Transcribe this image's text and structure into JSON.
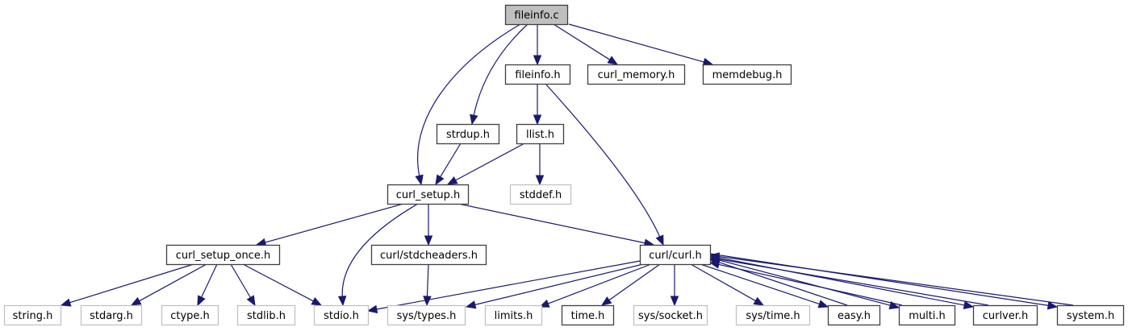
{
  "title": "fileinfo.c include dependency graph",
  "colors": {
    "edge": "#191970",
    "root_fill": "#bfbfbf",
    "documented_border": "#404040",
    "external_border": "#bfbfbf"
  },
  "nodes": [
    {
      "id": "fileinfo_c",
      "label": "fileinfo.c",
      "kind": "root"
    },
    {
      "id": "fileinfo_h",
      "label": "fileinfo.h",
      "kind": "documented"
    },
    {
      "id": "curl_memory_h",
      "label": "curl_memory.h",
      "kind": "documented"
    },
    {
      "id": "memdebug_h",
      "label": "memdebug.h",
      "kind": "documented"
    },
    {
      "id": "strdup_h",
      "label": "strdup.h",
      "kind": "documented"
    },
    {
      "id": "llist_h",
      "label": "llist.h",
      "kind": "documented"
    },
    {
      "id": "curl_setup_h",
      "label": "curl_setup.h",
      "kind": "documented"
    },
    {
      "id": "stddef_h",
      "label": "stddef.h",
      "kind": "external"
    },
    {
      "id": "curl_setup_once_h",
      "label": "curl_setup_once.h",
      "kind": "documented"
    },
    {
      "id": "curl_stdcheaders_h",
      "label": "curl/stdcheaders.h",
      "kind": "documented"
    },
    {
      "id": "curl_curl_h",
      "label": "curl/curl.h",
      "kind": "documented"
    },
    {
      "id": "string_h",
      "label": "string.h",
      "kind": "external"
    },
    {
      "id": "stdarg_h",
      "label": "stdarg.h",
      "kind": "external"
    },
    {
      "id": "ctype_h",
      "label": "ctype.h",
      "kind": "external"
    },
    {
      "id": "stdlib_h",
      "label": "stdlib.h",
      "kind": "external"
    },
    {
      "id": "stdio_h",
      "label": "stdio.h",
      "kind": "external"
    },
    {
      "id": "sys_types_h",
      "label": "sys/types.h",
      "kind": "external"
    },
    {
      "id": "limits_h",
      "label": "limits.h",
      "kind": "external"
    },
    {
      "id": "time_h",
      "label": "time.h",
      "kind": "documented"
    },
    {
      "id": "sys_socket_h",
      "label": "sys/socket.h",
      "kind": "external"
    },
    {
      "id": "sys_time_h",
      "label": "sys/time.h",
      "kind": "external"
    },
    {
      "id": "easy_h",
      "label": "easy.h",
      "kind": "documented"
    },
    {
      "id": "multi_h",
      "label": "multi.h",
      "kind": "documented"
    },
    {
      "id": "curlver_h",
      "label": "curlver.h",
      "kind": "documented"
    },
    {
      "id": "system_h",
      "label": "system.h",
      "kind": "documented"
    }
  ],
  "edges": [
    {
      "from": "fileinfo_c",
      "to": "fileinfo_h"
    },
    {
      "from": "fileinfo_c",
      "to": "curl_memory_h"
    },
    {
      "from": "fileinfo_c",
      "to": "memdebug_h"
    },
    {
      "from": "fileinfo_c",
      "to": "strdup_h"
    },
    {
      "from": "fileinfo_c",
      "to": "curl_setup_h"
    },
    {
      "from": "fileinfo_h",
      "to": "llist_h"
    },
    {
      "from": "fileinfo_h",
      "to": "curl_curl_h"
    },
    {
      "from": "strdup_h",
      "to": "curl_setup_h"
    },
    {
      "from": "llist_h",
      "to": "curl_setup_h"
    },
    {
      "from": "llist_h",
      "to": "stddef_h"
    },
    {
      "from": "curl_setup_h",
      "to": "curl_setup_once_h"
    },
    {
      "from": "curl_setup_h",
      "to": "curl_stdcheaders_h"
    },
    {
      "from": "curl_setup_h",
      "to": "curl_curl_h"
    },
    {
      "from": "curl_setup_h",
      "to": "stdio_h"
    },
    {
      "from": "curl_setup_once_h",
      "to": "string_h"
    },
    {
      "from": "curl_setup_once_h",
      "to": "stdarg_h"
    },
    {
      "from": "curl_setup_once_h",
      "to": "ctype_h"
    },
    {
      "from": "curl_setup_once_h",
      "to": "stdlib_h"
    },
    {
      "from": "curl_setup_once_h",
      "to": "stdio_h"
    },
    {
      "from": "curl_stdcheaders_h",
      "to": "sys_types_h"
    },
    {
      "from": "curl_curl_h",
      "to": "stdio_h"
    },
    {
      "from": "curl_curl_h",
      "to": "sys_types_h"
    },
    {
      "from": "curl_curl_h",
      "to": "limits_h"
    },
    {
      "from": "curl_curl_h",
      "to": "time_h"
    },
    {
      "from": "curl_curl_h",
      "to": "sys_socket_h"
    },
    {
      "from": "curl_curl_h",
      "to": "sys_time_h"
    },
    {
      "from": "curl_curl_h",
      "to": "easy_h"
    },
    {
      "from": "curl_curl_h",
      "to": "multi_h"
    },
    {
      "from": "curl_curl_h",
      "to": "curlver_h"
    },
    {
      "from": "curl_curl_h",
      "to": "system_h"
    },
    {
      "from": "multi_h",
      "to": "curl_curl_h"
    },
    {
      "from": "easy_h",
      "to": "curl_curl_h"
    },
    {
      "from": "curlver_h",
      "to": "curl_curl_h"
    },
    {
      "from": "system_h",
      "to": "curl_curl_h"
    }
  ]
}
